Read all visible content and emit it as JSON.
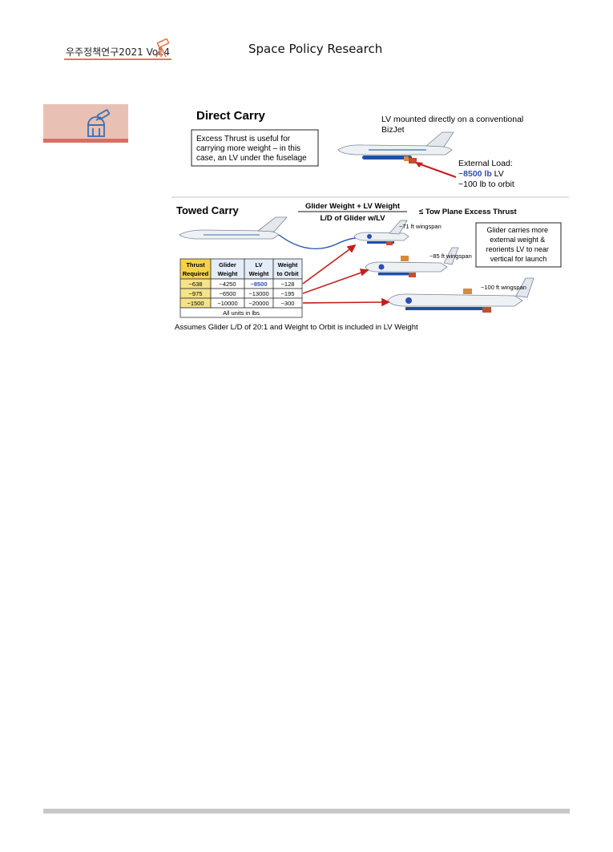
{
  "header": {
    "journal": "우주정책연구2021 Vol.4",
    "title": "Space Policy Research"
  },
  "figure": {
    "direct": {
      "heading": "Direct Carry",
      "box_lines": [
        "Excess Thrust is useful for",
        "carrying more weight – in this",
        "case, an LV under the fuselage"
      ],
      "mount_lines": [
        "LV mounted directly on a conventional",
        "BizJet"
      ],
      "load_line1": "External Load:",
      "load_prefix": "~",
      "load_value": "8500 lb",
      "load_suffix": " LV",
      "load_line3": "~100 lb to orbit"
    },
    "towed": {
      "heading": "Towed Carry",
      "formula_num": "Glider Weight + LV Weight",
      "formula_den": "L/D of Glider w/LV",
      "formula_rhs": "≤ Tow Plane Excess Thrust",
      "wingspans": [
        "~71 ft wingspan",
        "~85 ft wingspan",
        "~100 ft wingspan"
      ],
      "callout_lines": [
        "Glider carries more",
        "external weight &",
        "reorients LV to near",
        "vertical for launch"
      ],
      "table": {
        "headers": [
          [
            "Thrust",
            "Required"
          ],
          [
            "Glider",
            "Weight"
          ],
          [
            "LV",
            "Weight"
          ],
          [
            "Weight",
            "to Orbit"
          ]
        ],
        "rows": [
          [
            "~638",
            "~4250",
            "~8500",
            "~128"
          ],
          [
            "~975",
            "~6500",
            "~13000",
            "~195"
          ],
          [
            "~1500",
            "~10000",
            "~20000",
            "~300"
          ]
        ],
        "footer": "All units in lbs"
      },
      "note": "Assumes Glider L/D of 20:1 and Weight to Orbit is included in LV Weight"
    }
  }
}
